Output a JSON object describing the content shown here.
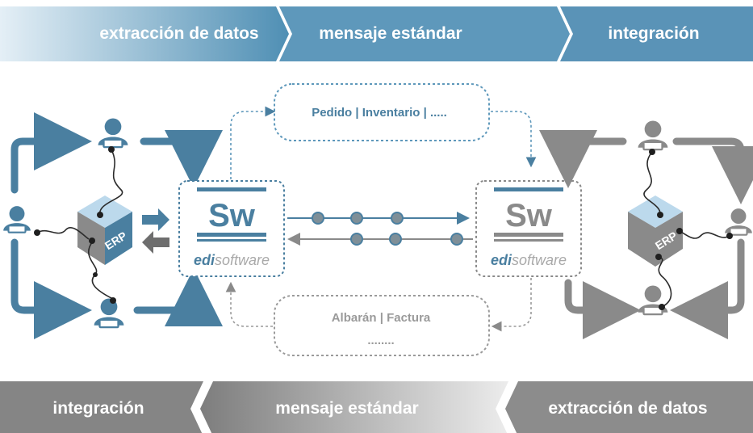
{
  "top_band": {
    "steps": [
      "extracción de datos",
      "mensaje estándar",
      "integración"
    ]
  },
  "bottom_band": {
    "steps": [
      "integración",
      "mensaje estándar",
      "extracción de datos"
    ]
  },
  "top_message": "Pedido | Inventario | .....",
  "bottom_message_line1": "Albarán | Factura",
  "bottom_message_line2": "........",
  "left_system": {
    "logo": "Sw",
    "brand_bold": "edi",
    "brand_light": "software",
    "cube": "ERP"
  },
  "right_system": {
    "logo": "Sw",
    "brand_bold": "edi",
    "brand_light": "software",
    "cube": "ERP"
  },
  "colors": {
    "blue": "#4a7fa0",
    "blue_light": "#c9dfec",
    "grey": "#8a8a8a",
    "grey_light": "#dcdcdc",
    "dark": "#2b2b2b"
  }
}
